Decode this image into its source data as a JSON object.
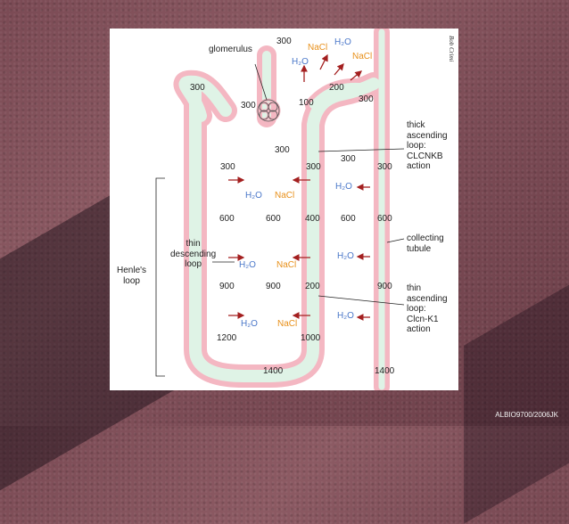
{
  "labels": {
    "glomerulus": "glomerulus",
    "thick_asc": [
      "thick",
      "ascending",
      "loop:",
      "CLCNKB",
      "action"
    ],
    "thin_desc": [
      "thin",
      "descending",
      "loop"
    ],
    "henle": [
      "Henle's",
      "loop"
    ],
    "collecting": [
      "collecting",
      "tubule"
    ],
    "thin_asc": [
      "thin",
      "ascending",
      "loop:",
      "Clcn-K1",
      "action"
    ]
  },
  "osmolality": {
    "top_300": "300",
    "left_300a": "300",
    "left_300b": "300",
    "v100": "100",
    "v200": "200",
    "right_300a": "300",
    "mid_300": "300",
    "col2_300": "300",
    "col3_300": "300",
    "col4_300": "300",
    "row600a": "600",
    "row600b": "600",
    "v400": "400",
    "row600c": "600",
    "row600d": "600",
    "row900a": "900",
    "row900b": "900",
    "v200b": "200",
    "row900c": "900",
    "v1200": "1200",
    "v1000": "1000",
    "v1400a": "1400",
    "v1400b": "1400"
  },
  "solutes": {
    "h2o": "H₂O",
    "nacl": "NaCl"
  },
  "credit": "Bob Crimi",
  "footer": "ALBIO9700/2006JK",
  "colors": {
    "tubule_wall": "#f4b7c2",
    "tubule_lumen": "#dff3e6",
    "arrow": "#a31f1f",
    "h2o": "#4a77c9",
    "nacl": "#e8901a"
  }
}
